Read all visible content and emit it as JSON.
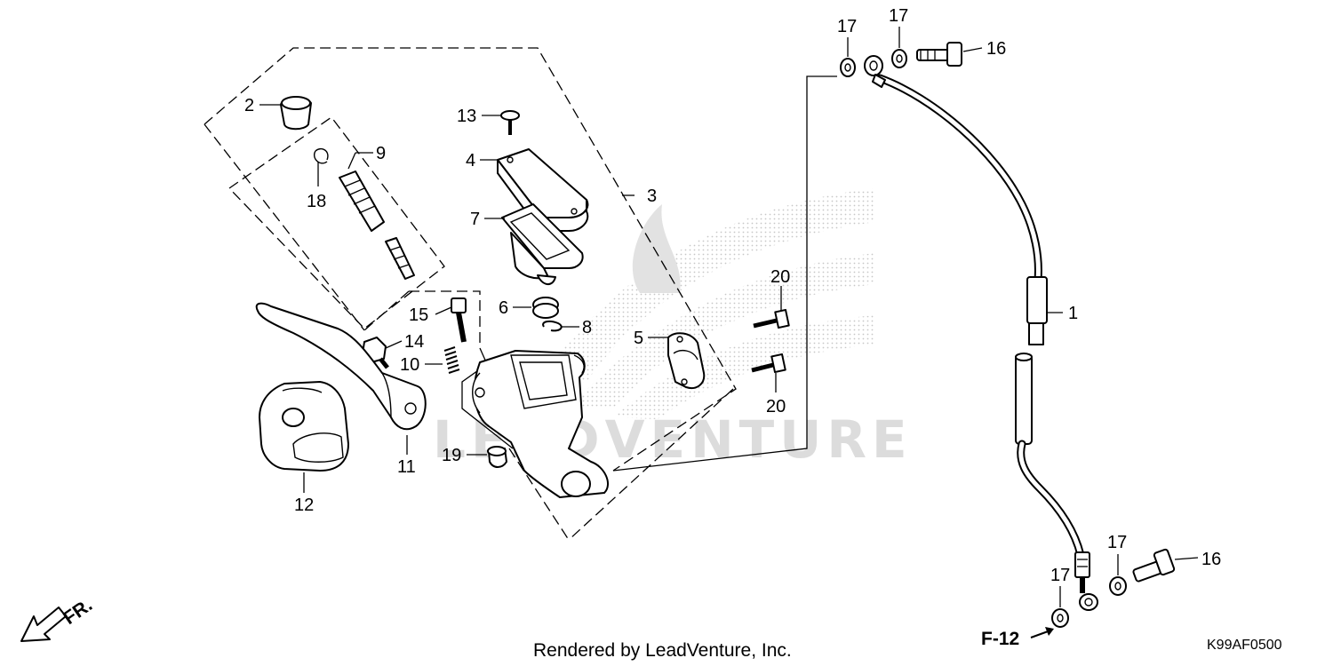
{
  "callouts": {
    "c1": "1",
    "c2": "2",
    "c3": "3",
    "c4": "4",
    "c5": "5",
    "c6": "6",
    "c7": "7",
    "c8": "8",
    "c9": "9",
    "c10": "10",
    "c11": "11",
    "c12": "12",
    "c13": "13",
    "c14": "14",
    "c15": "15",
    "c16_top": "16",
    "c16_bottom": "16",
    "c17_top_left": "17",
    "c17_top_right": "17",
    "c17_bottom_left": "17",
    "c17_bottom_right": "17",
    "c18": "18",
    "c19": "19",
    "c20_upper": "20",
    "c20_lower": "20"
  },
  "footer": {
    "rendered_by": "Rendered by LeadVenture, Inc.",
    "reference": "F-12",
    "diagram_code": "K99AF0500",
    "front_indicator": "FR."
  },
  "watermark": {
    "text": "LEADVENTURE"
  }
}
